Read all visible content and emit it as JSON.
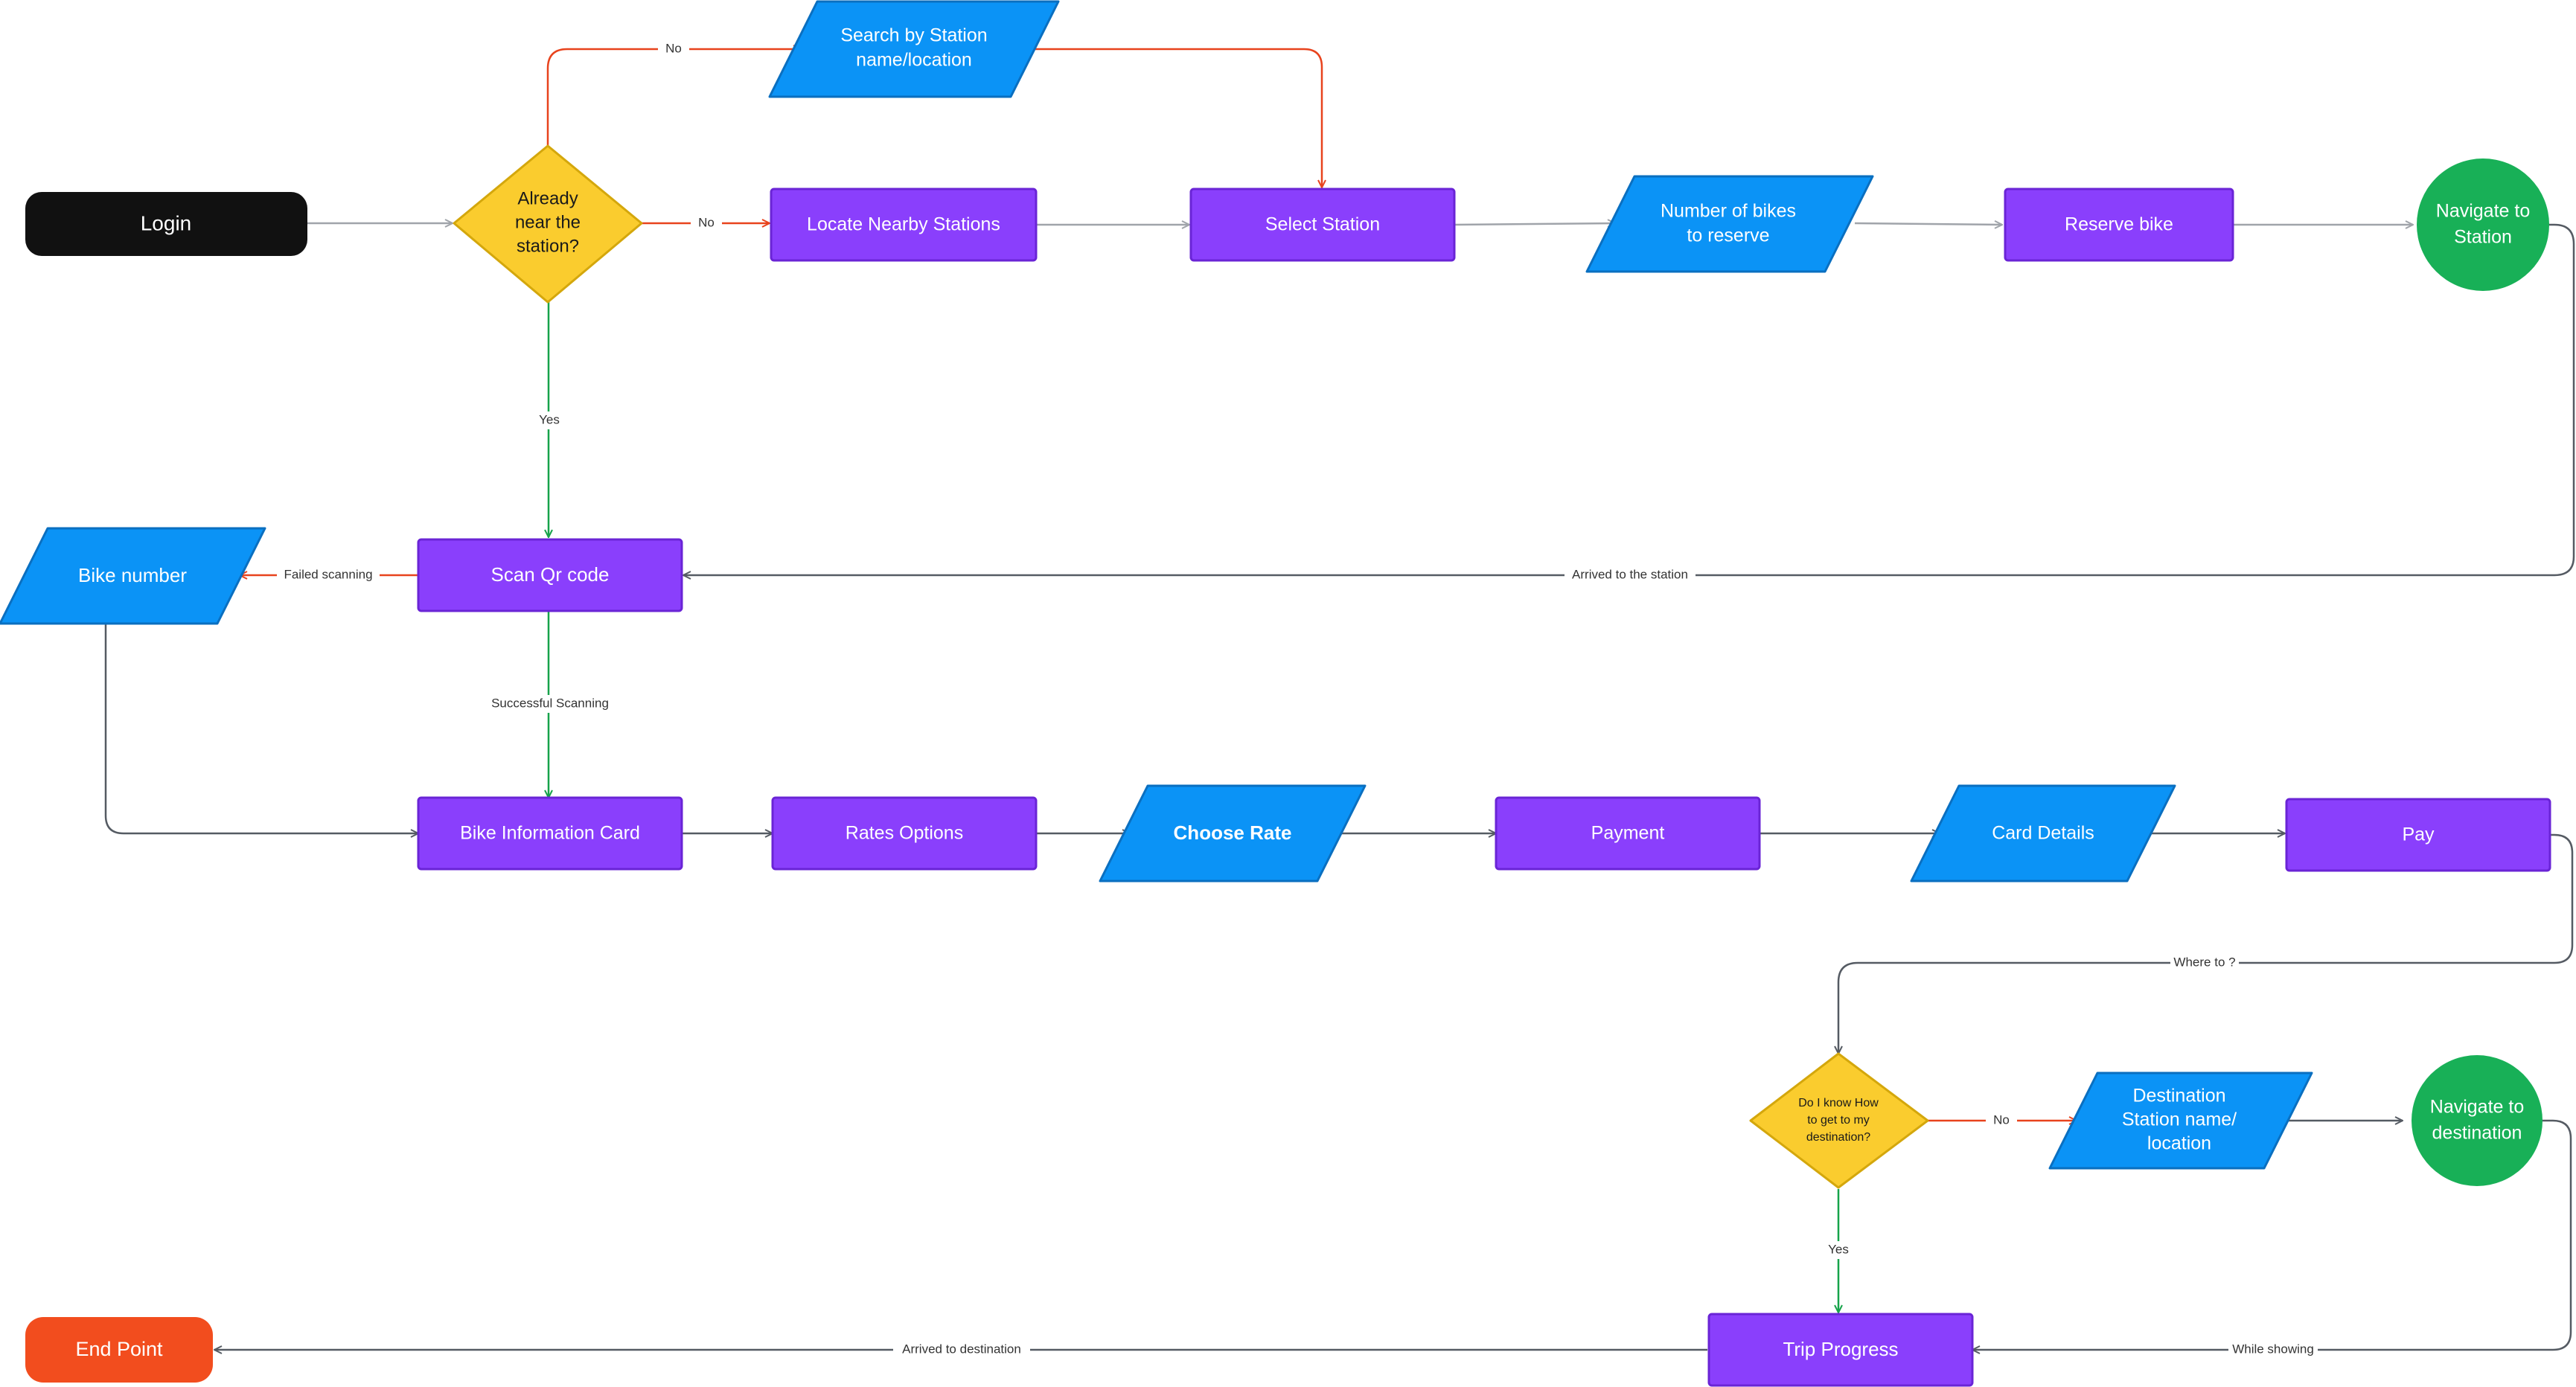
{
  "colors": {
    "purple": "#8A3FFC",
    "purple_stroke": "#6A24D6",
    "blue": "#0B93F6",
    "blue_stroke": "#0A6FC0",
    "yellow": "#FACC2E",
    "yellow_stroke": "#D4A70C",
    "green": "#18B057",
    "black": "#111111",
    "orange": "#F24D1E",
    "edge_gray": "#A0A4AA",
    "edge_dark": "#555b63",
    "edge_red": "#E8431D",
    "edge_green": "#16A34A"
  },
  "nodes": {
    "login": "Login",
    "already_near": [
      "Already",
      "near the",
      "station?"
    ],
    "search_station": [
      "Search by Station",
      "name/location"
    ],
    "locate_nearby": "Locate Nearby Stations",
    "select_station": "Select Station",
    "number_of_bikes": [
      "Number of bikes",
      "to reserve"
    ],
    "reserve_bike": "Reserve bike",
    "navigate_station": [
      "Navigate to",
      "Station"
    ],
    "bike_number": "Bike number",
    "scan_qr": "Scan Qr code",
    "bike_info_card": "Bike Information Card",
    "rates_options": "Rates Options",
    "choose_rate": "Choose Rate",
    "payment": "Payment",
    "card_details": "Card Details",
    "pay": "Pay",
    "know_how": [
      "Do I know How",
      "to get to my",
      "destination?"
    ],
    "destination_station": [
      "Destination",
      "Station name/",
      "location"
    ],
    "navigate_destination": [
      "Navigate to",
      "destination"
    ],
    "trip_progress": "Trip Progress",
    "end_point": "End Point"
  },
  "edge_labels": {
    "no_top": "No",
    "no_mid": "No",
    "yes_scan": "Yes",
    "failed_scanning": "Failed scanning",
    "arrived_station": "Arrived to the station",
    "successful_scanning": "Successful Scanning",
    "where_to": "Where to ?",
    "no_dest": "No",
    "yes_dest": "Yes",
    "arrived_destination": "Arrived to destination",
    "while_showing": "While showing"
  }
}
